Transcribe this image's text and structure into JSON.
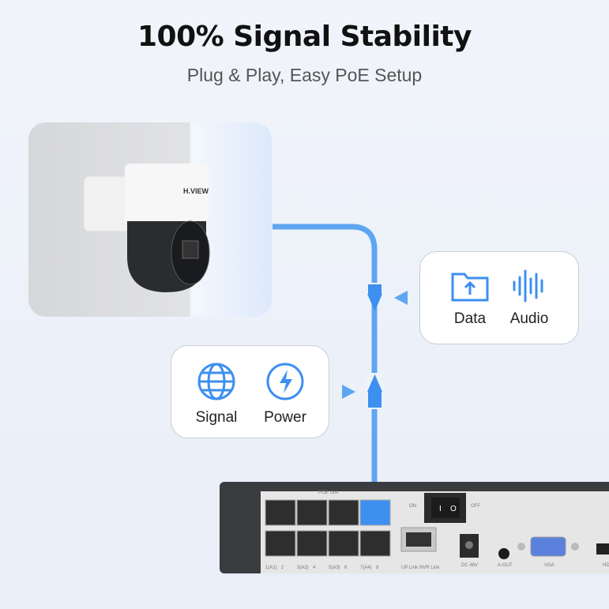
{
  "header": {
    "title": "100% Signal Stability",
    "subtitle": "Plug & Play, Easy PoE Setup"
  },
  "camera": {
    "brand": "H.VIEW"
  },
  "features_top": [
    {
      "icon": "folder-upload-icon",
      "label": "Data"
    },
    {
      "icon": "sound-wave-icon",
      "label": "Audio"
    }
  ],
  "features_bottom": [
    {
      "icon": "globe-icon",
      "label": "Signal"
    },
    {
      "icon": "lightning-icon",
      "label": "Power"
    }
  ],
  "colors": {
    "accent": "#3d8ff0",
    "line": "#5ea6f2"
  },
  "nvr": {
    "poe_label": "POE Link",
    "ports": [
      "1(A1)",
      "2",
      "3(A2)",
      "4",
      "5(A3)",
      "6",
      "7(A4)",
      "8"
    ],
    "uplink": "UP Link",
    "nvr_link": "NVR Link",
    "switch_on": "ON",
    "switch_off": "OFF",
    "dc": "DC 48V",
    "aout": "A-OUT",
    "vga": "VGA",
    "hdmi": "HD"
  }
}
